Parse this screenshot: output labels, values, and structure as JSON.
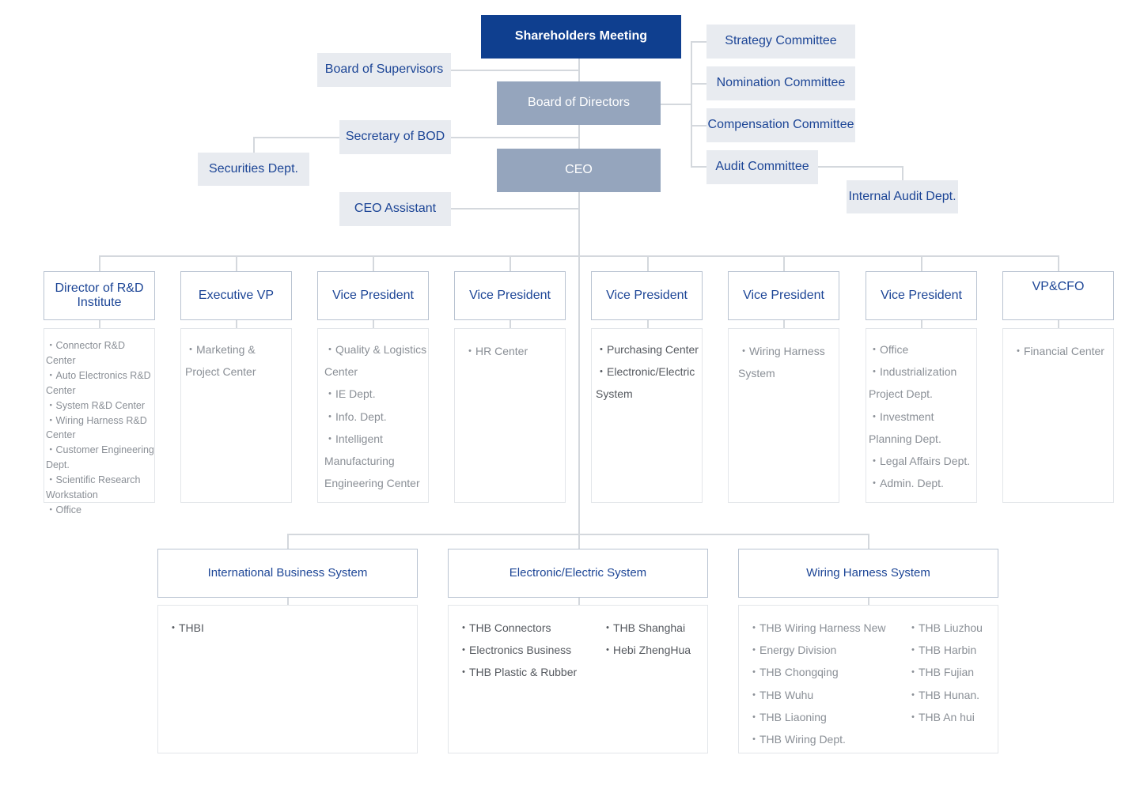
{
  "top": {
    "shareholders": "Shareholders Meeting",
    "board_of_supervisors": "Board of Supervisors",
    "board_of_directors": "Board of Directors",
    "secretary_of_bod": "Secretary of BOD",
    "securities_dept": "Securities Dept.",
    "ceo": "CEO",
    "ceo_assistant": "CEO Assistant"
  },
  "committees": {
    "strategy": "Strategy  Committee",
    "nomination": "Nomination Committee",
    "compensation": "Compensation Committee",
    "audit": "Audit Committee",
    "internal_audit": "Internal Audit Dept."
  },
  "executives": [
    {
      "title": "Director of R&D Institute",
      "items": [
        "・Connector R&D  Center",
        "・Auto Electronics R&D Center",
        "・System R&D Center",
        "・Wiring Harness R&D Center",
        "・Customer  Engineering Dept.",
        "・Scientific Research Workstation",
        "・Office"
      ]
    },
    {
      "title": "Executive VP",
      "items": [
        "・Marketing & Project  Center"
      ]
    },
    {
      "title": "Vice President",
      "items": [
        "・Quality & Logistics Center",
        "・IE Dept.",
        "・Info. Dept.",
        "・Intelligent Manufacturing Engineering Center"
      ]
    },
    {
      "title": "Vice President",
      "items": [
        "・HR Center"
      ]
    },
    {
      "title": "Vice President",
      "items": [
        "・Purchasing Center",
        "・Electronic/Electric System"
      ]
    },
    {
      "title": "Vice President",
      "items": [
        "・Wiring Harness System"
      ]
    },
    {
      "title": "Vice President",
      "items": [
        "・Office",
        "・Industrialization Project Dept.",
        "・Investment Planning Dept.",
        "・Legal Affairs Dept.",
        "・Admin. Dept."
      ]
    },
    {
      "title": "VP&CFO",
      "items": [
        "・Financial Center"
      ]
    }
  ],
  "systems": [
    {
      "title": "International Business System",
      "col1": [
        "・THBI"
      ],
      "col2": []
    },
    {
      "title": "Electronic/Electric System",
      "col1": [
        "・THB Connectors",
        "・Electronics Business",
        "・THB Plastic & Rubber"
      ],
      "col2": [
        "・THB Shanghai",
        "・Hebi ZhengHua"
      ]
    },
    {
      "title": "Wiring Harness System",
      "col1": [
        "・THB Wiring Harness New",
        "・Energy Division",
        "・THB Chongqing",
        "・THB Wuhu",
        "・THB Liaoning",
        "・THB Wiring Dept."
      ],
      "col2": [
        "・THB Liuzhou",
        "・THB Harbin",
        "・THB Fujian",
        "・THB Hunan.",
        "・THB An hui"
      ]
    }
  ],
  "colors": {
    "navy": "#0f3f8f",
    "slate": "#95a5bd",
    "pale": "#e8ebf0",
    "text_blue": "#1c4596",
    "line": "#d4d8dd"
  }
}
